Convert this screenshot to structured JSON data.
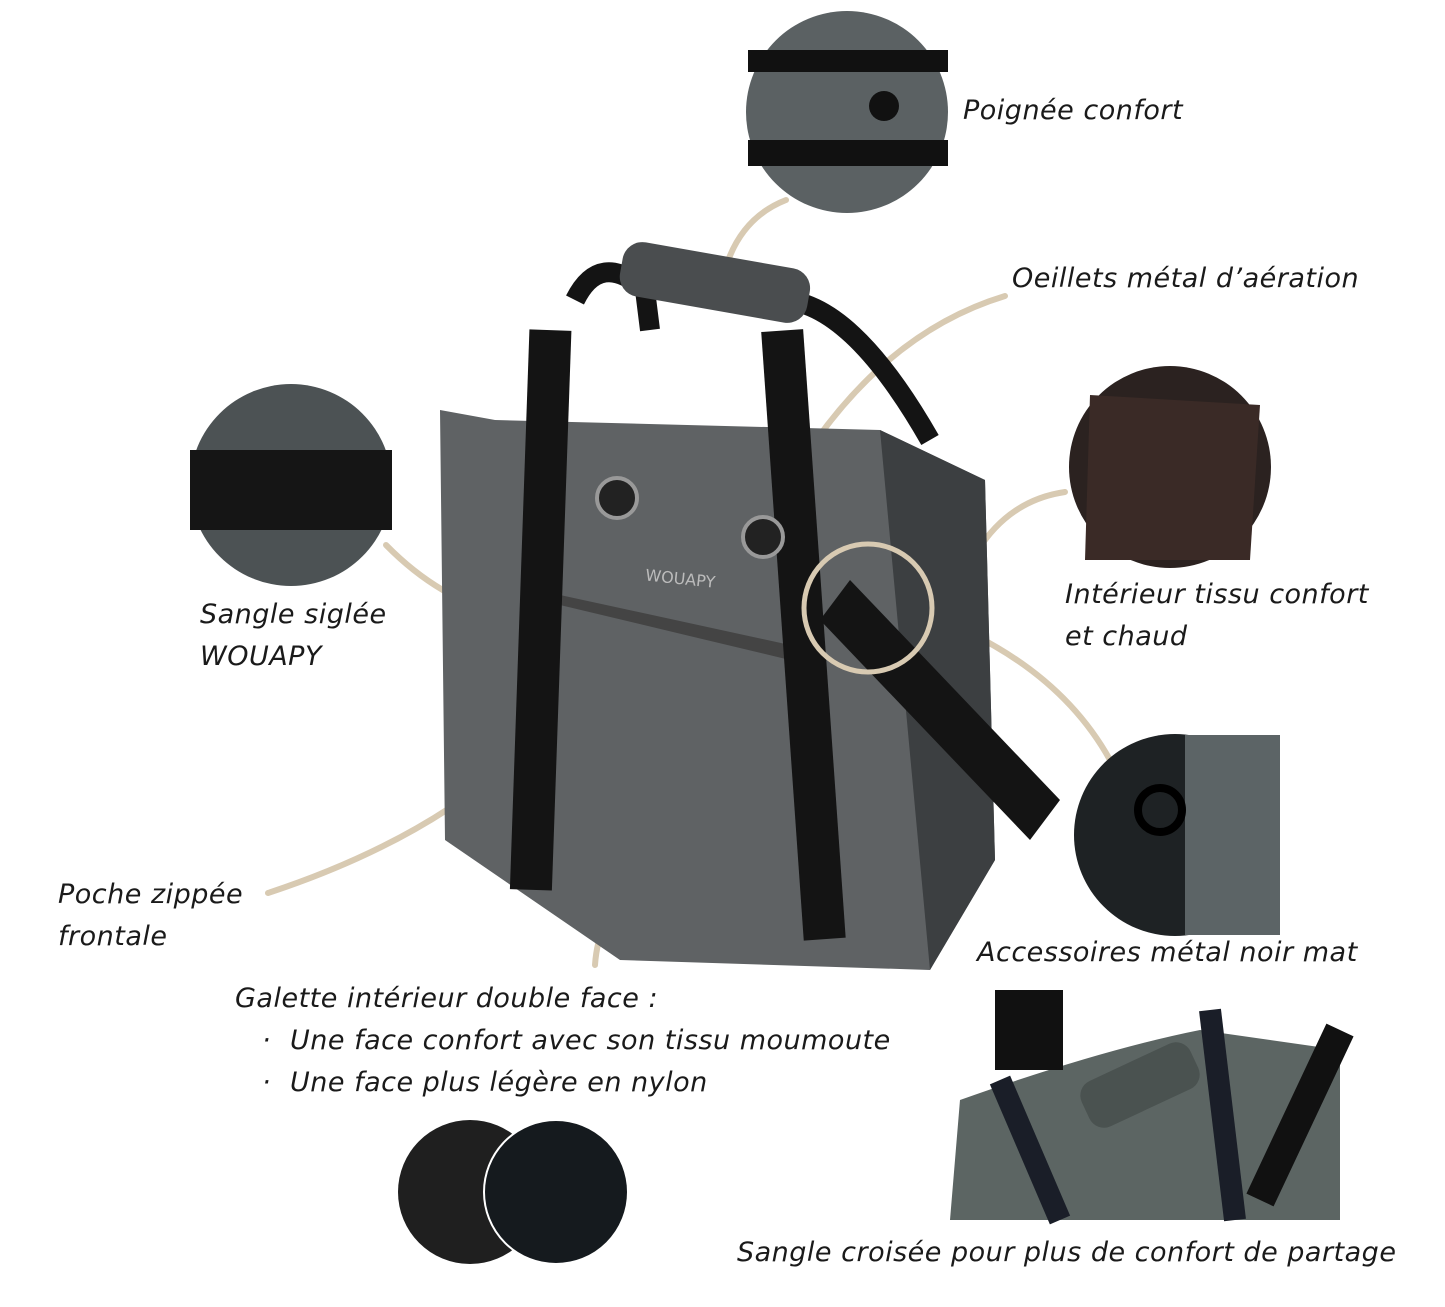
{
  "brand": "WOUAPY",
  "colors": {
    "callout_line": "#d8cab2",
    "bag": "#5f6264",
    "strap": "#141414"
  },
  "labels": {
    "handle": "Poignée confort",
    "eyelets": "Oeillets métal d’aération",
    "interior_1": "Intérieur tissu confort",
    "interior_2": "et chaud",
    "strap_1": "Sangle siglée",
    "strap_2": "WOUAPY",
    "pocket_1": "Poche zippée",
    "pocket_2": "frontale",
    "accessories": "Accessoires métal noir mat",
    "cushion_title": "Galette intérieur double face :",
    "cushion_items": [
      "Une face confort avec son tissu moumoute",
      "Une face plus légère en nylon"
    ],
    "crossbody": "Sangle croisée pour plus de confort de partage",
    "bullet": "·"
  }
}
